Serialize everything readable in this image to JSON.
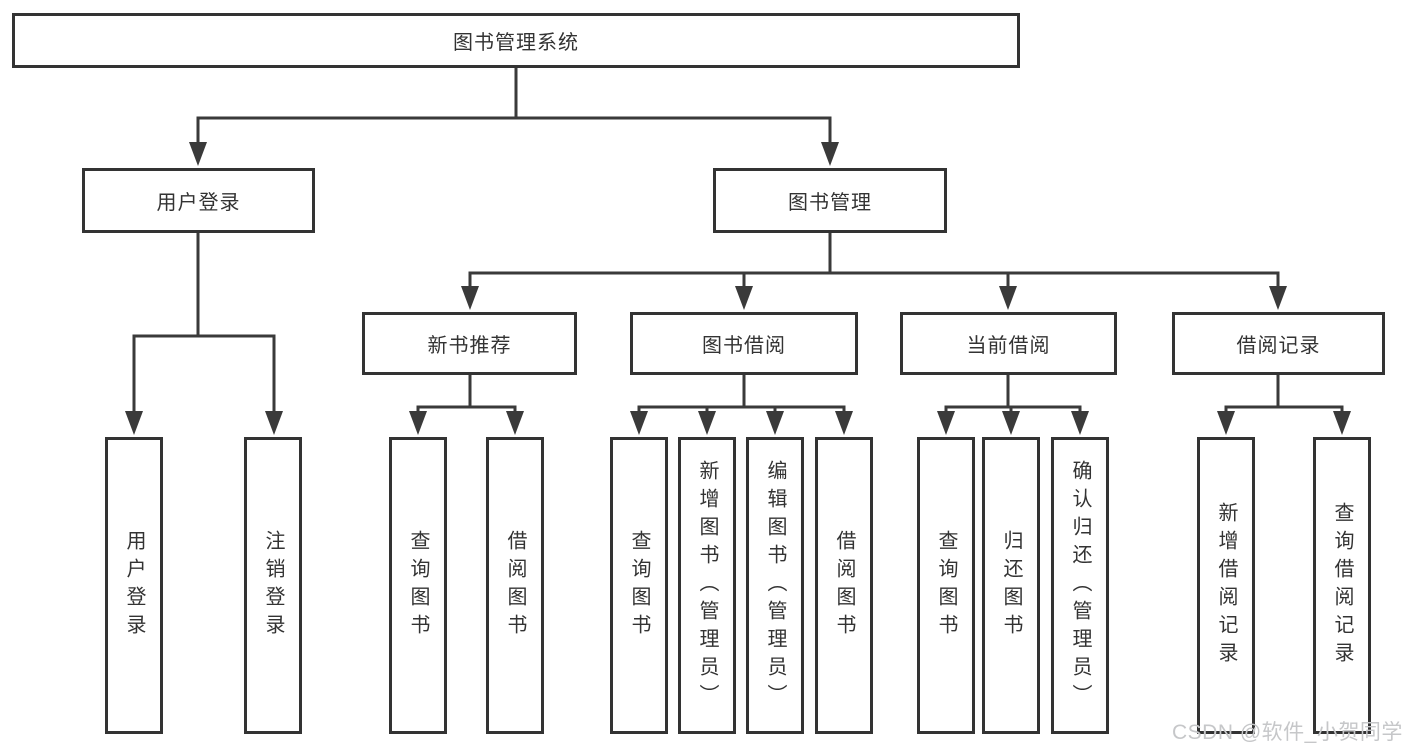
{
  "diagram": {
    "root": {
      "label": "图书管理系统"
    },
    "branches": [
      {
        "label": "用户登录",
        "children": [
          {
            "label": "用户登录"
          },
          {
            "label": "注销登录"
          }
        ]
      },
      {
        "label": "图书管理",
        "children": [
          {
            "label": "新书推荐",
            "children": [
              {
                "label": "查询图书"
              },
              {
                "label": "借阅图书"
              }
            ]
          },
          {
            "label": "图书借阅",
            "children": [
              {
                "label": "查询图书"
              },
              {
                "label": "新增图书（管理员）"
              },
              {
                "label": "编辑图书（管理员）"
              },
              {
                "label": "借阅图书"
              }
            ]
          },
          {
            "label": "当前借阅",
            "children": [
              {
                "label": "查询图书"
              },
              {
                "label": "归还图书"
              },
              {
                "label": "确认归还（管理员）"
              }
            ]
          },
          {
            "label": "借阅记录",
            "children": [
              {
                "label": "新增借阅记录"
              },
              {
                "label": "查询借阅记录"
              }
            ]
          }
        ]
      }
    ]
  },
  "watermark": {
    "text": "CSDN @软件_小贺同学"
  },
  "colors": {
    "line": "#3a3a3a",
    "border": "#333333",
    "fill": "#ffffff",
    "text": "#333333",
    "watermark": "#c6c7c9",
    "bg": "#ffffff"
  }
}
